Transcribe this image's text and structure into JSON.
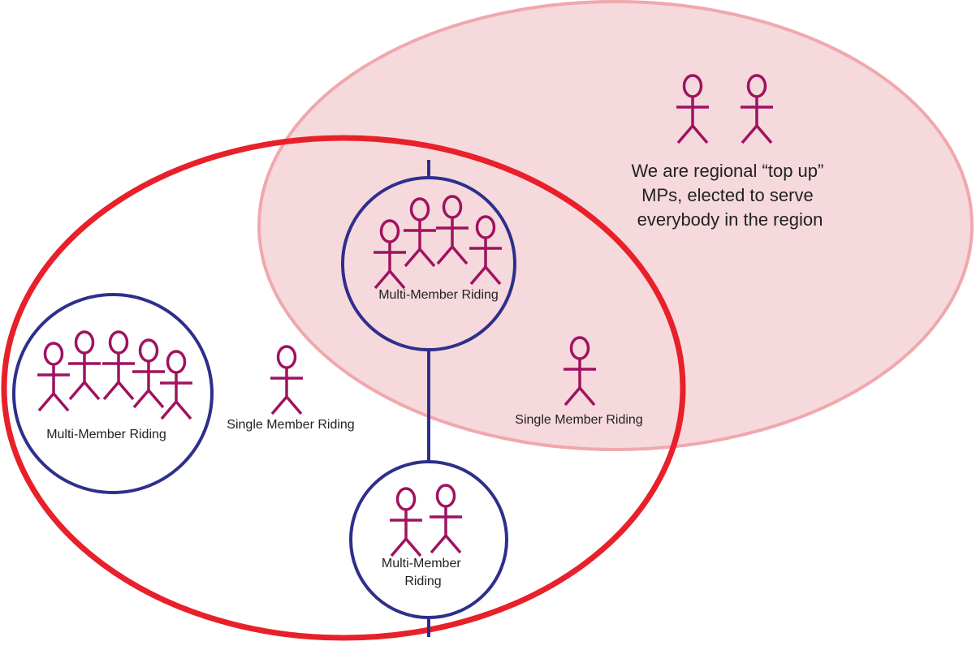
{
  "colors": {
    "region_fill": "#f5d9dc",
    "region_stroke": "#f0a8ad",
    "province_stroke": "#e8202a",
    "riding_stroke": "#2e2f8c",
    "person": "#a0125f",
    "text": "#222222"
  },
  "region_caption": [
    "We are regional “top up”",
    "MPs, elected to serve",
    "everybody in the region"
  ],
  "ridings": {
    "top_multi": {
      "label": "Multi-Member Riding",
      "members": 4
    },
    "left_multi": {
      "label": "Multi-Member Riding",
      "members": 5
    },
    "center_single": {
      "label": "Single Member Riding",
      "members": 1
    },
    "right_single": {
      "label": "Single Member Riding",
      "members": 1
    },
    "bottom_multi": {
      "label_lines": [
        "Multi-Member",
        "Riding"
      ],
      "members": 2
    }
  },
  "top_up_mps": 2,
  "icons": {
    "person": "stick-figure-icon"
  }
}
